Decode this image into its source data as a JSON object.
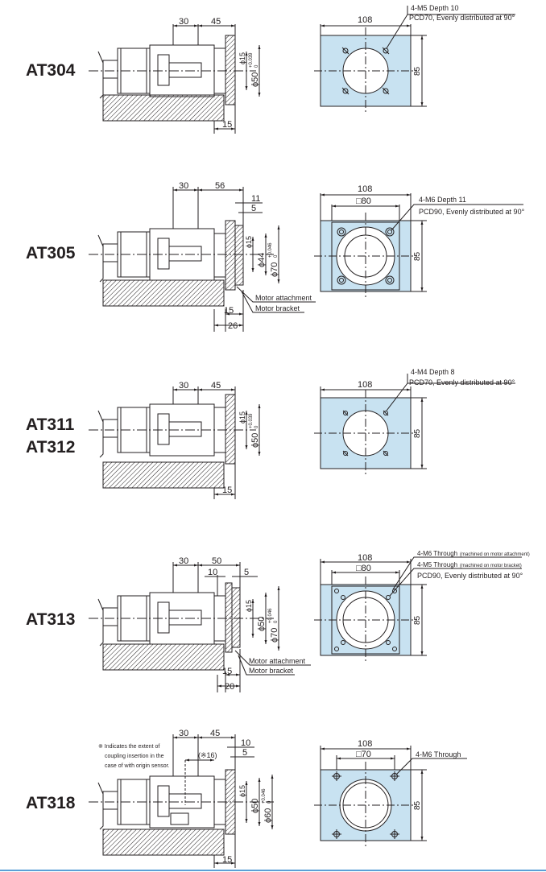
{
  "models": {
    "at304": "AT304",
    "at305": "AT305",
    "at311": "AT311",
    "at312": "AT312",
    "at313": "AT313",
    "at318": "AT318"
  },
  "colors": {
    "face": "#c8e2f1",
    "line": "#231f20",
    "hatch": "#231f20",
    "bottom_rule": "#5aa0d6"
  },
  "at304": {
    "dim_a": "30",
    "dim_b": "45",
    "dim_c": "15",
    "phi_shaft": "ϕ15",
    "phi_spigot": "ϕ50",
    "tol_upper": "+0.039",
    "tol_lower": "0",
    "width": "108",
    "height": "85",
    "hole_note": "4-M5 Depth 10",
    "pcd_note": "PCD70, Evenly distributed at 90°"
  },
  "at305": {
    "dim_a": "30",
    "dim_b": "56",
    "dim_c": "11",
    "dim_d": "5",
    "dim_e": "15",
    "dim_f": "26",
    "phi_shaft": "ϕ15",
    "phi_mid": "ϕ44",
    "phi_spigot": "ϕ70",
    "tol_upper": "+0.046",
    "tol_lower": "0",
    "callout_1": "Motor attachment",
    "callout_2": "Motor bracket",
    "width": "108",
    "square": "□80",
    "height": "85",
    "hole_note": "4-M6 Depth 11",
    "pcd_note": "PCD90, Evenly distributed at 90°"
  },
  "at311": {
    "dim_a": "30",
    "dim_b": "45",
    "dim_c": "15",
    "phi_shaft": "ϕ15",
    "phi_spigot": "ϕ50",
    "tol_upper": "+0.039",
    "tol_lower": "0",
    "width": "108",
    "height": "85",
    "hole_note": "4-M4 Depth 8",
    "pcd_note": "PCD70, Evenly distributed at 90°"
  },
  "at313": {
    "dim_a": "30",
    "dim_b": "50",
    "dim_c": "10",
    "dim_d": "5",
    "dim_e": "15",
    "dim_f": "20",
    "phi_shaft": "ϕ15",
    "phi_mid": "ϕ50",
    "phi_spigot": "ϕ70",
    "tol_upper": "+0.046",
    "tol_lower": "0",
    "callout_1": "Motor attachment",
    "callout_2": "Motor bracket",
    "width": "108",
    "square": "□80",
    "height": "85",
    "hole_note_1": "4-M6 Through",
    "hole_note_1b": "(machined on motor attachment)",
    "hole_note_2": "4-M5 Through",
    "hole_note_2b": "(machined on motor bracket)",
    "pcd_note": "PCD90, Evenly distributed at 90°"
  },
  "at318": {
    "dim_a": "30",
    "dim_b": "45",
    "dim_c": "10",
    "dim_d": "5",
    "dim_e": "15",
    "dim_ref": "(※16)",
    "phi_shaft": "ϕ15",
    "phi_mid": "ϕ50",
    "phi_spigot": "ϕ60",
    "tol_upper": "+0.046",
    "tol_lower": "0",
    "note_1": "※ Indicates the extent of",
    "note_2": "coupling insertion in the",
    "note_3": "case of with origin sensor.",
    "width": "108",
    "square": "□70",
    "height": "85",
    "hole_note": "4-M6 Through"
  }
}
